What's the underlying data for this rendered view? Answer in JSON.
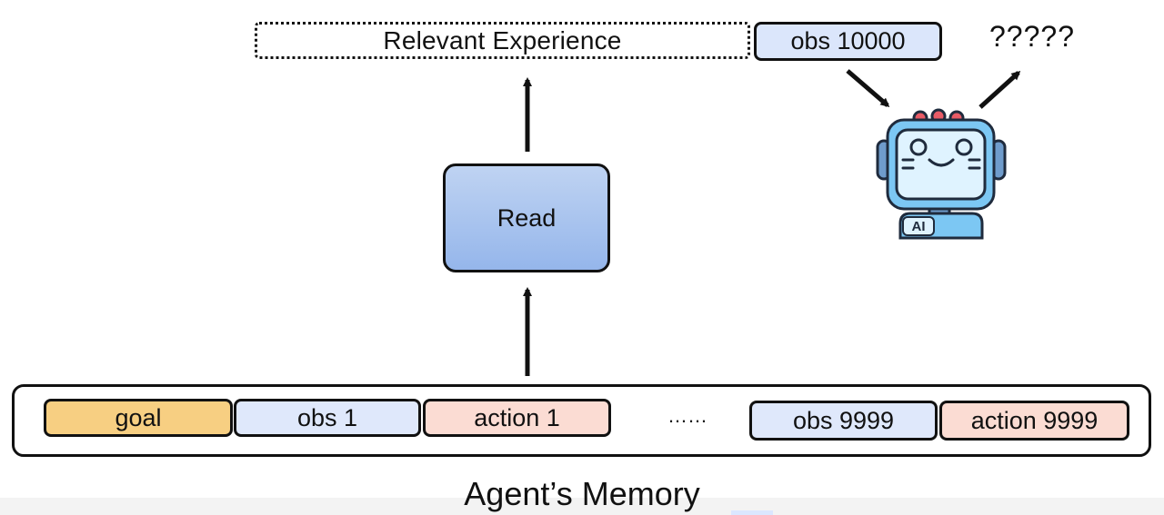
{
  "experience_label": "Relevant Experience",
  "current_observation": "obs 10000",
  "output_marks": "?????",
  "read_label": "Read",
  "memory_items": {
    "goal": "goal",
    "obs_1": "obs 1",
    "action_1": "action 1",
    "ellipsis": "……",
    "obs_9999": "obs 9999",
    "action_9999": "action 9999"
  },
  "robot_badge": "AI",
  "memory_caption": "Agent’s Memory",
  "colors": {
    "goal": "#f7cf82",
    "observation": "#dfe8fb",
    "action": "#fbdcd3",
    "read_top": "#bfd3f2",
    "read_bottom": "#95b6eb",
    "robot_blue": "#7cc7f3",
    "robot_screen": "#dff3ff",
    "robot_bulbs": "#e85b66"
  }
}
